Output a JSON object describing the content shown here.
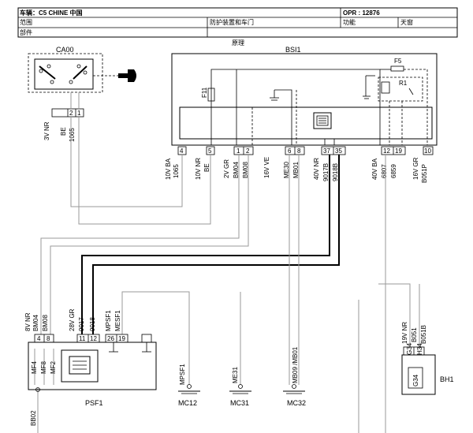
{
  "header": {
    "vehicle_label": "车辆：C5 CHINE 中国",
    "opr_label": "OPR : 12876",
    "row2_col1": "范围",
    "row2_col2": "防护装置和车门",
    "row2_col3": "功能",
    "row2_col4": "天窗",
    "row3_col1": "部件"
  },
  "diagram": {
    "section_title": "原理",
    "components": {
      "ca00": "CA00",
      "bsi1": "BSI1",
      "psf1": "PSF1",
      "bh1": "BH1",
      "f5": "F5",
      "f11": "F11",
      "r1": "R1"
    },
    "ca00_connector": {
      "pin_a": "2",
      "pin_b": "1",
      "color": "3V NR",
      "wire_a": "BE",
      "wire_b": "1065"
    },
    "bsi_pins": {
      "p4": "4",
      "p5": "5",
      "p1": "1",
      "p2": "2",
      "p6": "6",
      "p8": "8",
      "p37": "37",
      "p35": "35",
      "p12": "12",
      "p19": "19",
      "p10": "10"
    },
    "bsi_wire_labels": {
      "c1_color": "10V BA",
      "c1_wire": "1065",
      "c2_color": "10V NR",
      "c2_wire": "BE",
      "c3_color": "2V GR",
      "c3_wire_a": "BM04",
      "c3_wire_b": "BM08",
      "c4_color": "16V VE",
      "c5_wire_a": "ME30",
      "c5_wire_b": "MB01",
      "c6_color": "40V NR",
      "c6_wire_a": "9017B",
      "c6_wire_b": "9018B",
      "c7_color": "40V BA",
      "c7_wire_a": "6807",
      "c7_wire_b": "6859",
      "c8_color": "16V GR",
      "c8_wire": "B051P"
    },
    "psf_labels": {
      "c1_color": "8V NR",
      "c1_wire_a": "BM04",
      "c1_wire_b": "BM08",
      "pin4": "4",
      "pin8": "8",
      "c2_color": "28V GR",
      "c2_wire_a": "9017",
      "c2_wire_b": "9018",
      "pin11": "11",
      "pin12": "12",
      "c3_wire_a": "MPSF1",
      "c3_wire_b": "MESF1",
      "pin26": "26",
      "pin19": "19",
      "inner_a": "MF4",
      "inner_b": "MF8",
      "inner_c": "MF2",
      "bottom_wire": "BB02"
    },
    "grounds": {
      "mc12": "MC12",
      "mc12_wire": "MPSF1",
      "mc31": "MC31",
      "mc31_wire": "ME31",
      "mc32": "MC32",
      "mc32_wire": "MB09 /MB01"
    },
    "bh1_labels": {
      "color": "19V NR",
      "wire_a": "B051",
      "wire_b": "B051B",
      "pin_a": "G34",
      "pin_b": "H34",
      "inner": "G34"
    }
  }
}
